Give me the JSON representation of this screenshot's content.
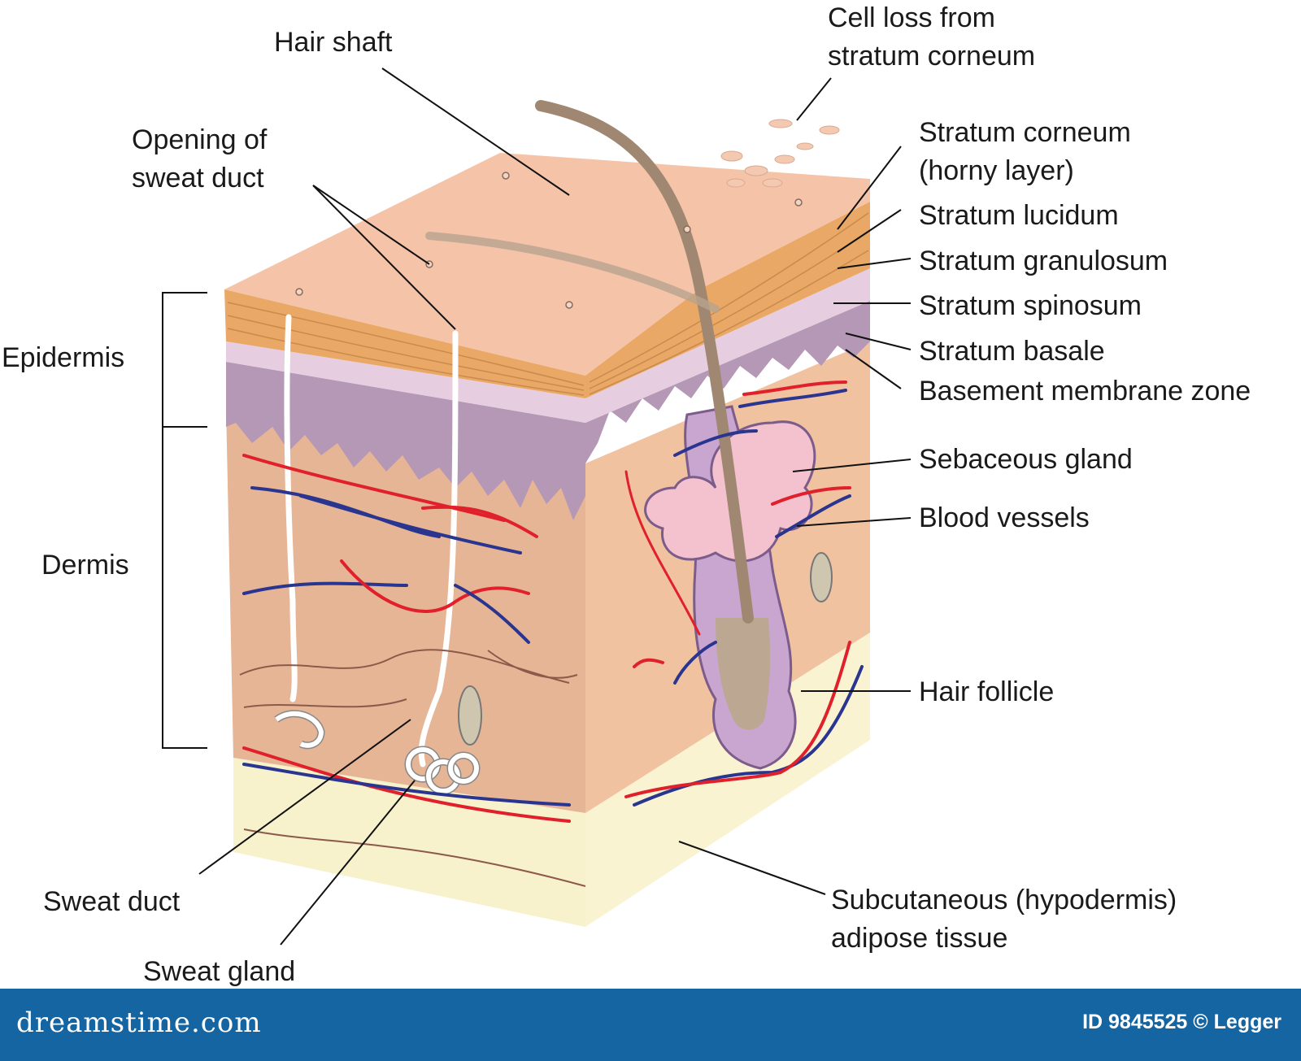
{
  "labels": {
    "cell_loss": [
      "Cell loss from",
      "stratum corneum"
    ],
    "hair_shaft": "Hair shaft",
    "opening_sweat_duct": [
      "Opening of",
      "sweat duct"
    ],
    "stratum_corneum": [
      "Stratum corneum",
      "(horny layer)"
    ],
    "stratum_lucidum": "Stratum lucidum",
    "stratum_granulosum": "Stratum granulosum",
    "stratum_spinosum": "Stratum spinosum",
    "stratum_basale": "Stratum basale",
    "basement_membrane": "Basement membrane zone",
    "epidermis": "Epidermis",
    "dermis": "Dermis",
    "sebaceous_gland": "Sebaceous gland",
    "blood_vessels": "Blood vessels",
    "hair_follicle": "Hair follicle",
    "sweat_duct": "Sweat duct",
    "sweat_gland": "Sweat gland",
    "subcutaneous": [
      "Subcutaneous (hypodermis)",
      "adipose tissue"
    ]
  },
  "footer": {
    "logo": "dreamstime.com",
    "image_id": "ID 9845525 © Legger"
  },
  "colors": {
    "skin_top": "#f5c4a8",
    "corneum": "#e9a865",
    "lucidum": "#f3d0c4",
    "granulosum": "#e6cde0",
    "spinosum": "#b597b6",
    "dermis": "#e6b595",
    "hypodermis": "#f7f1cc",
    "artery": "#e0202a",
    "vein": "#2a3590",
    "hair": "#a08772",
    "footer_bg": "#1565a3"
  }
}
